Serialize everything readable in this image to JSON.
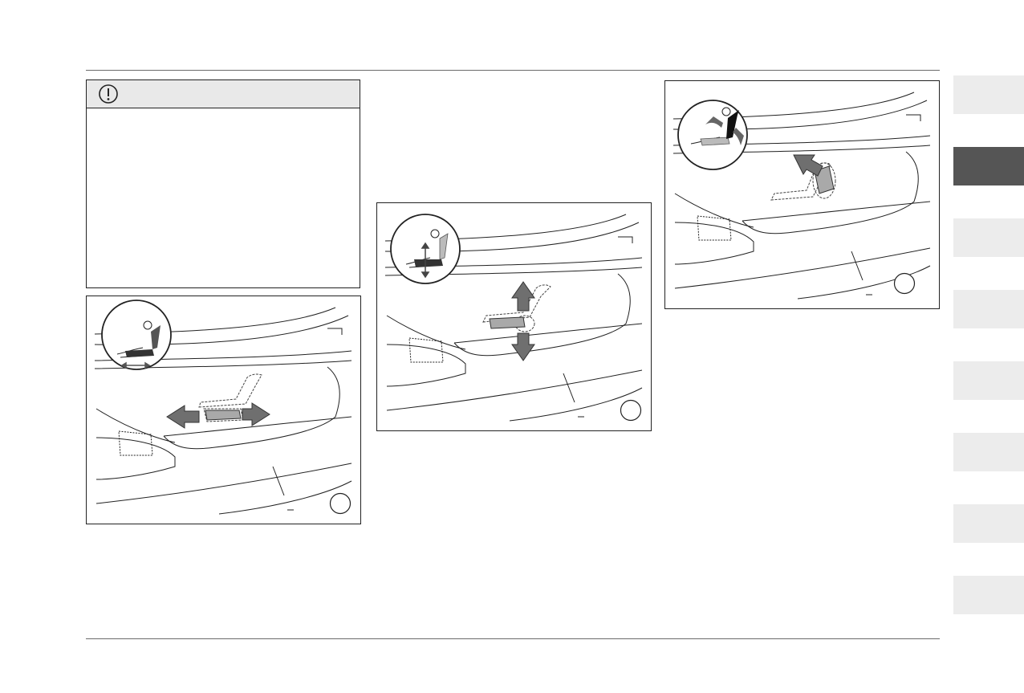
{
  "caution": {
    "icon": "exclamation-circle-icon",
    "text": ""
  },
  "figures": [
    {
      "id": "seat-slide",
      "icon": "seat-fore-aft-icon",
      "arrows": "left-right",
      "callout": ""
    },
    {
      "id": "seat-height",
      "icon": "seat-height-icon",
      "arrows": "up-down",
      "callout": ""
    },
    {
      "id": "seat-recline",
      "icon": "seat-recline-icon",
      "arrows": "recline",
      "callout": ""
    }
  ],
  "side_tabs": [
    {
      "active": false,
      "label": ""
    },
    {
      "active": true,
      "label": ""
    },
    {
      "active": false,
      "label": ""
    },
    {
      "active": false,
      "label": ""
    },
    {
      "active": false,
      "label": ""
    },
    {
      "active": false,
      "label": ""
    },
    {
      "active": false,
      "label": ""
    },
    {
      "active": false,
      "label": ""
    }
  ],
  "colors": {
    "rule": "#6a6a6a",
    "caution_header": "#e9e9e9",
    "tab_inactive": "#ececec",
    "tab_active": "#555555",
    "arrow": "#6f6f6f"
  }
}
